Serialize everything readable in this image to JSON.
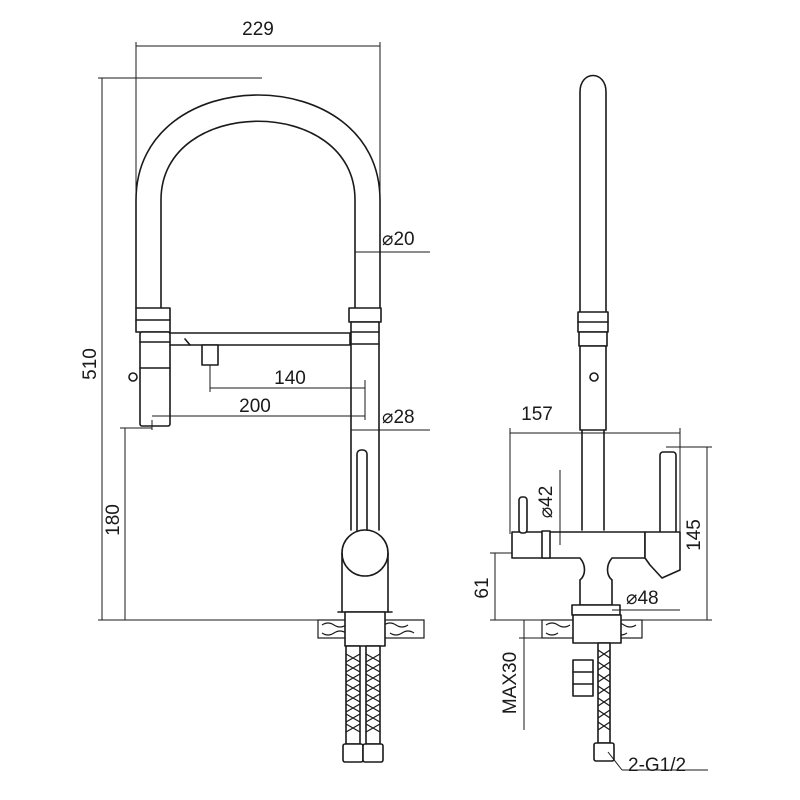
{
  "dimensions": {
    "spout_reach": "229",
    "spout_diameter": "⌀20",
    "body_diameter": "⌀28",
    "handle_offset": "140",
    "holder_reach": "200",
    "total_height": "510",
    "base_height": "180",
    "side_depth": "157",
    "side_valve_diameter": "⌀42",
    "base_diameter": "⌀48",
    "side_lever_height": "145",
    "side_valve_height": "61",
    "max_countertop": "MAX30",
    "connection": "2-G1/2"
  }
}
